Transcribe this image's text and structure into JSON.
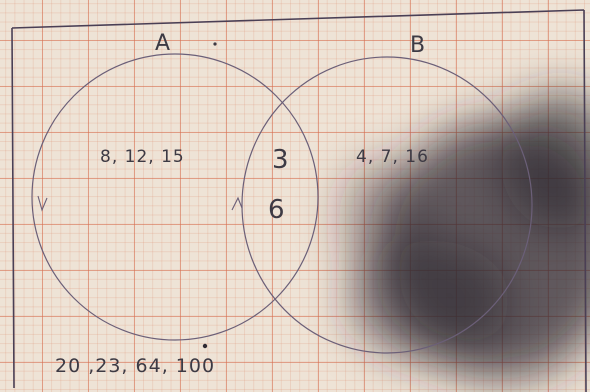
{
  "diagram": {
    "set_a": {
      "label": "A",
      "only": "8, 12, 15"
    },
    "set_b": {
      "label": "B",
      "only": "4, 7, 16"
    },
    "intersection": {
      "values": [
        "3",
        "6"
      ]
    },
    "outside": "20 ,23, 64, 100"
  }
}
